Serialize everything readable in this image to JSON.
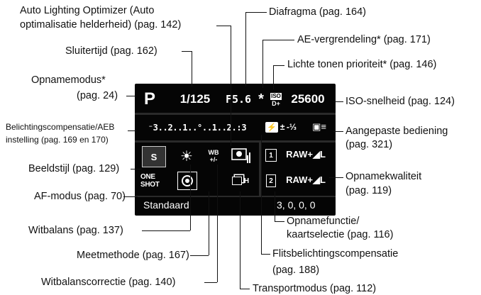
{
  "screen": {
    "mode": "P",
    "shutter": "1/125",
    "aperture": "F5.6",
    "ae_lock": "*",
    "iso_label_top": "ISO",
    "iso_label_bottom": "D+",
    "iso_value": "25600",
    "exposure_scale": "⁻3..2..1..°..1..2.:3",
    "flash_comp": "± -⅓",
    "flash_comp_icon": "⚡",
    "custom_control_icon": "▣≡",
    "picture_style": "S",
    "wb_shift_top": "WB",
    "wb_shift_bottom": "+/-",
    "af_mode": "ONE SHOT",
    "drive_mode_suffix": "H",
    "card_1": "1",
    "card_2": "2",
    "quality_1": "RAW+◢L",
    "quality_2": "RAW+◢L",
    "style_name": "Standaard",
    "style_params": "3, 0, 0, 0"
  },
  "callouts": {
    "auto_lighting_1": "Auto Lighting Optimizer (Auto",
    "auto_lighting_2": "optimalisatie helderheid) (pag. 142)",
    "aperture": "Diafragma (pag. 164)",
    "ae_lock": "AE-vergrendeling* (pag. 171)",
    "shutter": "Sluitertijd (pag. 162)",
    "highlight_1": "Lichte tonen prioriteit* (pag. 146)",
    "mode_1": "Opnamemodus*",
    "mode_2": "(pag. 24)",
    "iso": "ISO-snelheid (pag. 124)",
    "exposure_1": "Belichtingscompensatie/AEB",
    "exposure_2": "instelling (pag. 169 en 170)",
    "custom_1": "Aangepaste bediening",
    "custom_2": "(pag. 321)",
    "picture_style": "Beeldstijl (pag. 129)",
    "quality_1": "Opnamekwaliteit",
    "quality_2": "(pag. 119)",
    "af_mode": "AF-modus (pag. 70)",
    "card_1": "Opnamefunctie/",
    "card_2": "kaartselectie (pag. 116)",
    "wb": "Witbalans (pag. 137)",
    "flash_1": "Flitsbelichtingscompensatie",
    "flash_2": "(pag. 188)",
    "metering": "Meetmethode (pag. 167)",
    "wb_correction": "Witbalanscorrectie (pag. 140)",
    "drive": "Transportmodus (pag. 112)"
  }
}
